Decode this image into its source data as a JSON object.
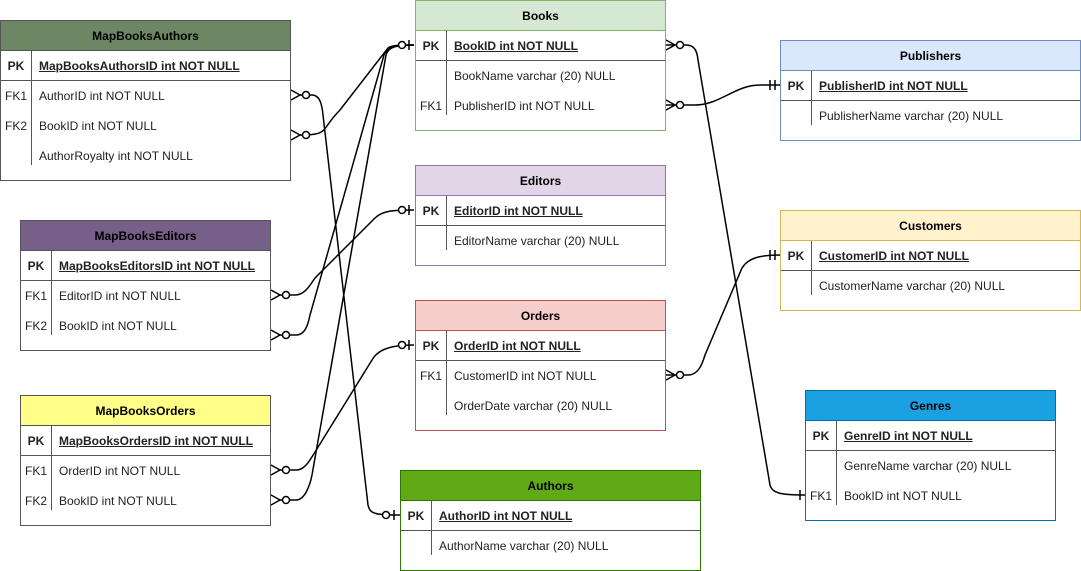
{
  "colors": {
    "mapBooksAuthors": "#6d8764",
    "mapBooksEditors": "#76608a",
    "mapBooksOrders": "#ffff88",
    "books": "#d5e8d4",
    "editors": "#e1d5e7",
    "orders": "#f8cecc",
    "authors": "#60a917",
    "publishers": "#dae8fc",
    "customers": "#fff2cc",
    "genres": "#1ba1e2"
  },
  "tables": {
    "mapBooksAuthors": {
      "title": "MapBooksAuthors",
      "pk": {
        "key": "PK",
        "field": "MapBooksAuthorsID int NOT NULL"
      },
      "rows": [
        {
          "key": "FK1",
          "field": "AuthorID int NOT NULL"
        },
        {
          "key": "FK2",
          "field": "BookID int NOT NULL"
        },
        {
          "key": "",
          "field": "AuthorRoyalty int NOT NULL"
        }
      ]
    },
    "mapBooksEditors": {
      "title": "MapBooksEditors",
      "pk": {
        "key": "PK",
        "field": "MapBooksEditorsID int NOT NULL"
      },
      "rows": [
        {
          "key": "FK1",
          "field": "EditorID int NOT NULL"
        },
        {
          "key": "FK2",
          "field": "BookID int NOT NULL"
        }
      ]
    },
    "mapBooksOrders": {
      "title": "MapBooksOrders",
      "pk": {
        "key": "PK",
        "field": "MapBooksOrdersID int NOT NULL"
      },
      "rows": [
        {
          "key": "FK1",
          "field": "OrderID int NOT NULL"
        },
        {
          "key": "FK2",
          "field": "BookID int NOT NULL"
        }
      ]
    },
    "books": {
      "title": "Books",
      "pk": {
        "key": "PK",
        "field": "BookID int NOT NULL"
      },
      "rows": [
        {
          "key": "",
          "field": "BookName varchar (20) NULL"
        },
        {
          "key": "FK1",
          "field": "PublisherID int NOT NULL"
        }
      ]
    },
    "editors": {
      "title": "Editors",
      "pk": {
        "key": "PK",
        "field": "EditorID int NOT NULL"
      },
      "rows": [
        {
          "key": "",
          "field": "EditorName varchar (20) NULL"
        }
      ]
    },
    "orders": {
      "title": "Orders",
      "pk": {
        "key": "PK",
        "field": "OrderID int NOT NULL"
      },
      "rows": [
        {
          "key": "FK1",
          "field": "CustomerID int NOT NULL"
        },
        {
          "key": "",
          "field": "OrderDate varchar (20) NULL"
        }
      ]
    },
    "authors": {
      "title": "Authors",
      "pk": {
        "key": "PK",
        "field": "AuthorID int NOT NULL"
      },
      "rows": [
        {
          "key": "",
          "field": "AuthorName varchar (20) NULL"
        }
      ]
    },
    "publishers": {
      "title": "Publishers",
      "pk": {
        "key": "PK",
        "field": "PublisherID int NOT NULL"
      },
      "rows": [
        {
          "key": "",
          "field": "PublisherName varchar (20) NULL"
        }
      ]
    },
    "customers": {
      "title": "Customers",
      "pk": {
        "key": "PK",
        "field": "CustomerID int NOT NULL"
      },
      "rows": [
        {
          "key": "",
          "field": "CustomerName varchar (20) NULL"
        }
      ]
    },
    "genres": {
      "title": "Genres",
      "pk": {
        "key": "PK",
        "field": "GenreID int NOT NULL"
      },
      "rows": [
        {
          "key": "",
          "field": "GenreName varchar (20) NULL"
        },
        {
          "key": "FK1",
          "field": "BookID int NOT NULL"
        }
      ]
    }
  }
}
